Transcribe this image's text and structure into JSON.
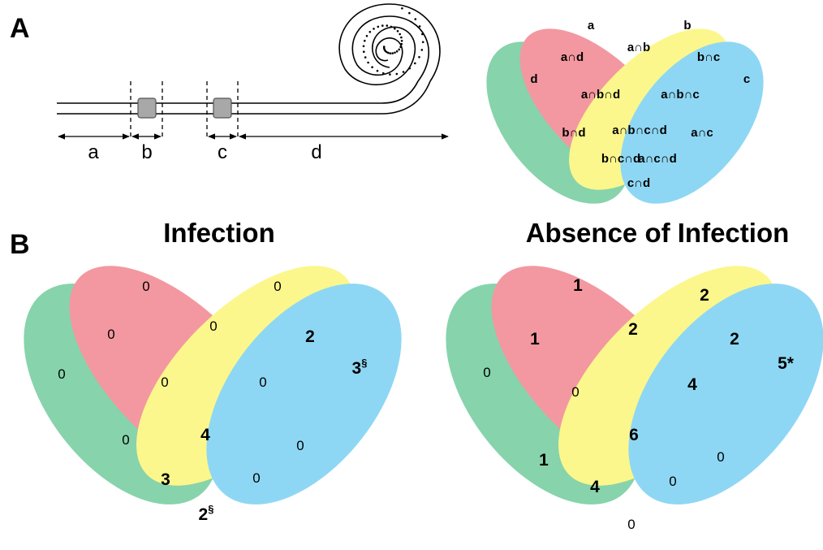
{
  "panels": {
    "a": "A",
    "b": "B"
  },
  "segments": [
    "a",
    "b",
    "c",
    "d"
  ],
  "key_labels": {
    "a": "a",
    "b": "b",
    "c": "c",
    "d": "d",
    "ab": "a∩b",
    "ad": "a∩d",
    "bc": "b∩c",
    "abd": "a∩b∩d",
    "abc": "a∩b∩c",
    "bd": "b∩d",
    "abcd": "a∩b∩c∩d",
    "ac": "a∩c",
    "bcd": "b∩c∩d",
    "acd": "a∩c∩d",
    "cd": "c∩d"
  },
  "infection": {
    "title": "Infection",
    "a": "0",
    "b": "0",
    "c": "3",
    "c_mark": "§",
    "d": "0",
    "ab": "0",
    "ad": "0",
    "bc": "2",
    "abd": "0",
    "abc": "0",
    "bd": "0",
    "abcd": "4",
    "ac": "0",
    "bcd": "3",
    "acd": "0",
    "cd": "2",
    "cd_mark": "§"
  },
  "absence": {
    "title": "Absence of Infection",
    "a": "1",
    "b": "2",
    "c": "5*",
    "d": "0",
    "ab": "2",
    "ad": "1",
    "bc": "2",
    "abd": "0",
    "abc": "4",
    "bd": "1",
    "abcd": "6",
    "ac": "0",
    "bcd": "4",
    "acd": "0",
    "cd": "0"
  },
  "colors": {
    "a": "#f07c86",
    "b": "#fbf56c",
    "c": "#6fcdf1",
    "d": "#66c795"
  }
}
